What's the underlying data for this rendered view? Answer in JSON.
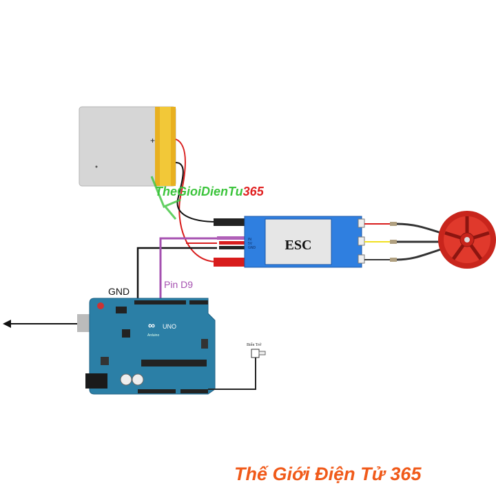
{
  "battery": {
    "plus_label": "+"
  },
  "esc": {
    "label": "ESC",
    "pins": [
      "IN",
      "5V",
      "GND"
    ]
  },
  "labels": {
    "gnd": "GND",
    "pin": "Pin D9",
    "potentiometer": "Biến Trở"
  },
  "arduino": {
    "logo_text": "UNO",
    "brand": "Arduino"
  },
  "watermark": {
    "text_main": "TheGioiDienTu",
    "text_num": "365"
  },
  "footer": {
    "brand": "Thế Giới Điện Tử 365"
  },
  "colors": {
    "board": "#2b7fa6",
    "esc": "#2f7fe0",
    "motor": "#c8251c",
    "footer": "#f05a1a",
    "watermark_green": "#3cc43c",
    "pin_wire": "#a550b0"
  }
}
